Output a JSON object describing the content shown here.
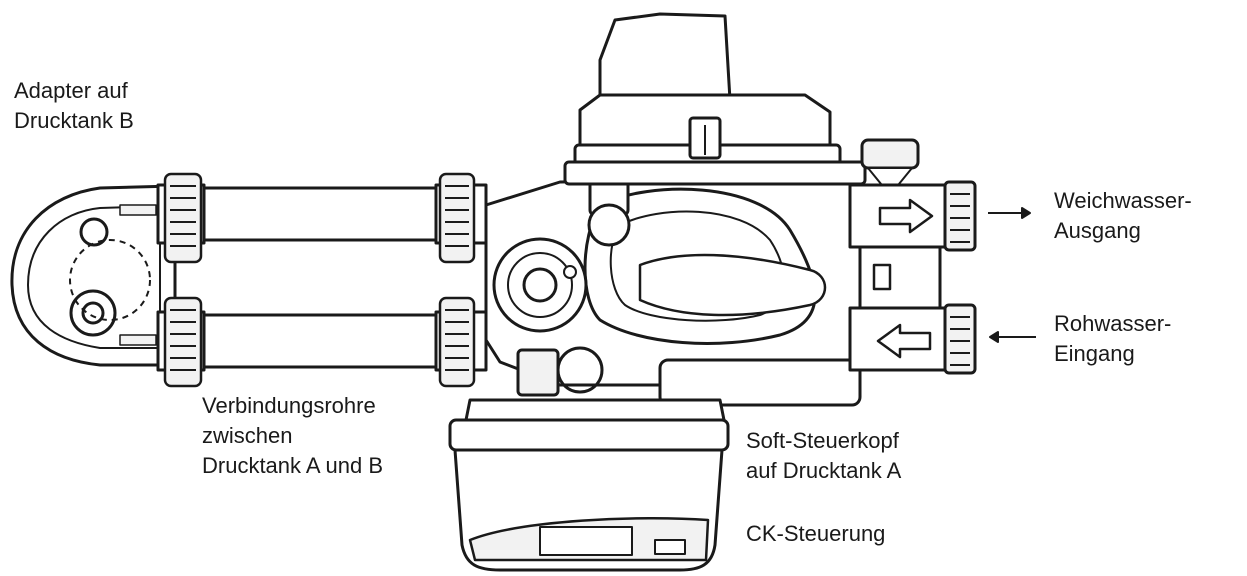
{
  "labels": {
    "adapter": [
      "Adapter auf",
      "Drucktank B"
    ],
    "connecting_pipes": [
      "Verbindungsrohre",
      "zwischen",
      "Drucktank A und B"
    ],
    "control_head": [
      "Soft-Steuerkopf",
      "auf Drucktank A"
    ],
    "controller": [
      "CK-Steuerung"
    ],
    "soft_water_outlet": [
      "Weichwasser-",
      "Ausgang"
    ],
    "raw_water_inlet": [
      "Rohwasser-",
      "Eingang"
    ]
  },
  "colors": {
    "line": "#1a1a1a",
    "fill": "#ffffff",
    "light": "#f2f2f2"
  }
}
